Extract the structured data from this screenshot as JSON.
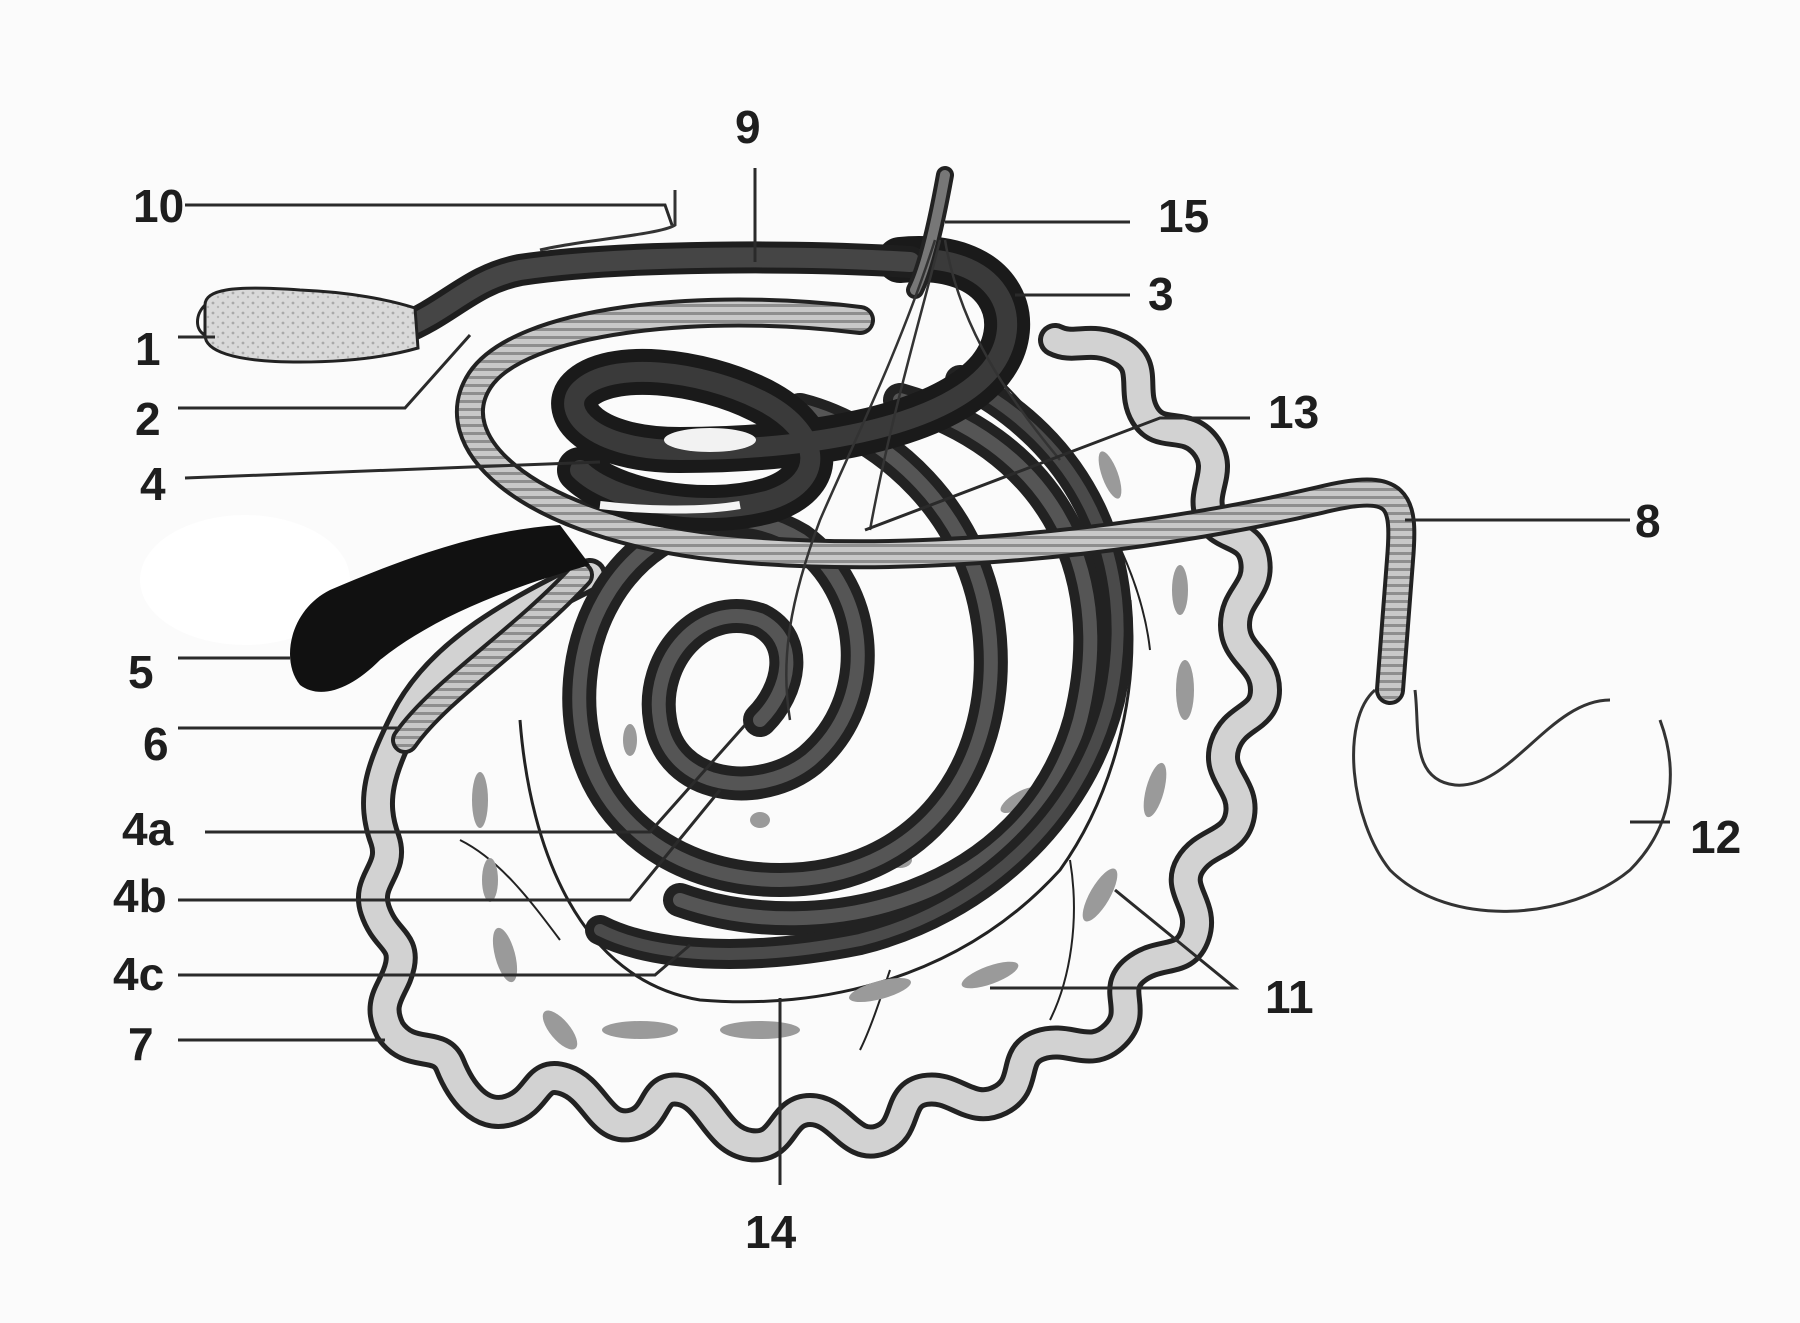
{
  "labels": {
    "l1": "1",
    "l2": "2",
    "l3": "3",
    "l4": "4",
    "l4a": "4a",
    "l4b": "4b",
    "l4c": "4c",
    "l5": "5",
    "l6": "6",
    "l7": "7",
    "l8": "8",
    "l9": "9",
    "l10": "10",
    "l11": "11",
    "l12": "12",
    "l13": "13",
    "l14": "14",
    "l15": "15"
  },
  "colors": {
    "background": "#fbfbfb",
    "dark_tube": "#2b2b2b",
    "striped_tube": "#c4c4c4",
    "light_bulb": "#d6d6d6",
    "wavy_duct": "#cfcfcf",
    "spots": "#9a9a9a"
  }
}
